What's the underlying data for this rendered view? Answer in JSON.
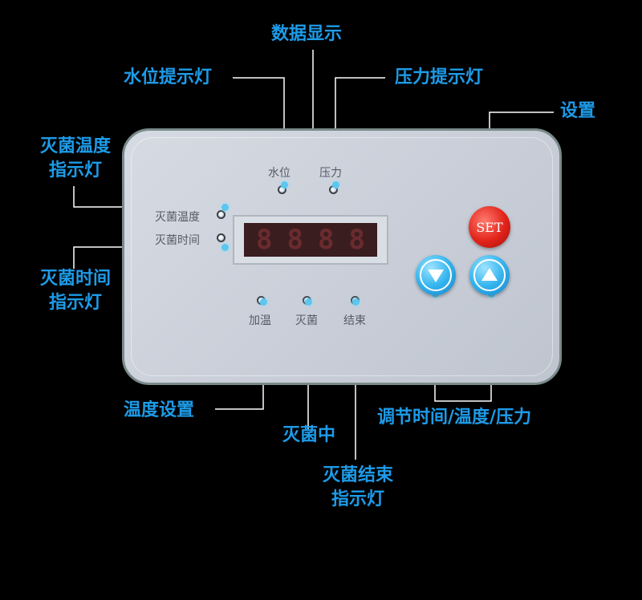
{
  "callouts": {
    "data_display": "数据显示",
    "water_level_light": "水位提示灯",
    "pressure_light": "压力提示灯",
    "settings": "设置",
    "sterilize_temp_light_line1": "灭菌温度",
    "sterilize_temp_light_line2": "指示灯",
    "sterilize_time_light_line1": "灭菌时间",
    "sterilize_time_light_line2": "指示灯",
    "temp_setting": "温度设置",
    "sterilizing": "灭菌中",
    "sterilize_end_light_line1": "灭菌结束",
    "sterilize_end_light_line2": "指示灯",
    "adjust": "调节时间/温度/压力"
  },
  "panel": {
    "water_level": "水位",
    "pressure": "压力",
    "sterilize_temp": "灭菌温度",
    "sterilize_time": "灭菌时间",
    "heating": "加温",
    "sterilize": "灭菌",
    "end": "结束",
    "set_button": "SET",
    "display_digits": [
      "8",
      "8",
      "8",
      "8"
    ]
  },
  "colors": {
    "callout_text": "#1d9be8",
    "leader_line": "#ffffff",
    "panel_face": "#d6dbe3",
    "set_button": "#e2231a",
    "arrow_buttons": "#33b4ee",
    "display_screen": "#3a1d1f"
  },
  "icons": {
    "down_button": "triangle-down-icon",
    "up_button": "triangle-up-icon"
  }
}
